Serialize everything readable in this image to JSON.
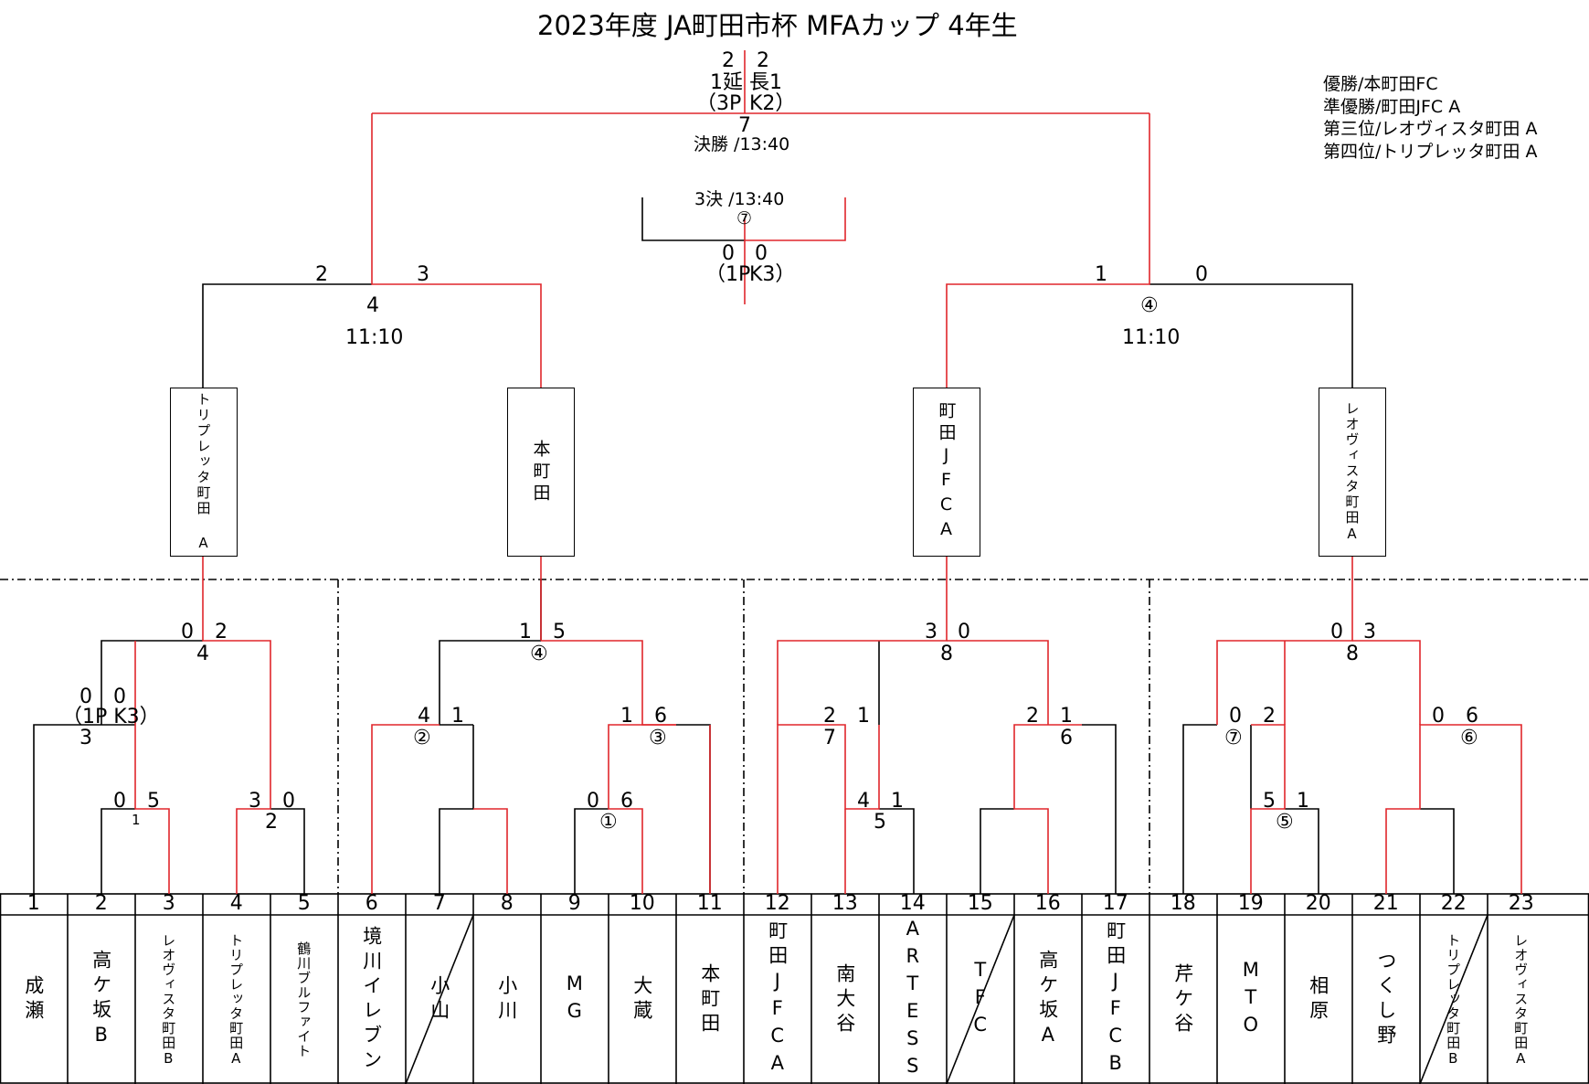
{
  "title": "2023年度 JA町田市杯 MFAカップ 4年生",
  "results": {
    "first": "優勝/本町田FC",
    "second": "準優勝/町田JFC A",
    "third": "第三位/レオヴィスタ町田 A",
    "fourth": "第四位/トリプレッタ町田 A"
  },
  "final": {
    "top_l": "2",
    "top_r": "2",
    "et_l": "1延",
    "et_r": "長1",
    "pk_l": "（3P",
    "pk_r": "K2）",
    "court": "7",
    "label": "決勝 /13:40"
  },
  "third_place": {
    "label": "3決 /13:40",
    "court": "⑦",
    "score_l": "0",
    "score_r": "0",
    "pk_l": "（1P",
    "pk_r": "K3）"
  },
  "semis": [
    {
      "score_l": "2",
      "score_r": "3",
      "court": "4",
      "time": "11:10"
    },
    {
      "score_l": "1",
      "score_r": "0",
      "court": "④",
      "time": "11:10"
    }
  ],
  "block_winners": [
    "トリプレッタ町田 A",
    "本町田",
    "町田JFCA",
    "レオヴィスタ町田A"
  ],
  "block_finals": [
    {
      "l": "0",
      "r": "2",
      "court": "4"
    },
    {
      "l": "1",
      "r": "5",
      "court": "④"
    },
    {
      "l": "3",
      "r": "0",
      "court": "8"
    },
    {
      "l": "0",
      "r": "3",
      "court": "8"
    }
  ],
  "block_a": {
    "qf_l": "0",
    "qf_r": "0",
    "qf_pk": "（1P K3）",
    "qf_court": "3",
    "r1a_l": "0",
    "r1a_r": "5",
    "r1a_court": "1",
    "r1b_l": "3",
    "r1b_r": "0",
    "r1b_court": "2"
  },
  "block_b": {
    "qfa_l": "4",
    "qfa_r": "1",
    "qfa_court": "②",
    "qfb_l": "1",
    "qfb_r": "6",
    "qfb_court": "③",
    "r1_l": "0",
    "r1_r": "6",
    "r1_court": "①"
  },
  "block_c": {
    "qfa_l": "2",
    "qfa_r": "1",
    "qfa_court": "7",
    "qfb_l": "2",
    "qfb_r": "1",
    "qfb_court": "6",
    "r1_l": "4",
    "r1_r": "1",
    "r1_court": "5"
  },
  "block_d": {
    "qfa_l": "0",
    "qfa_r": "2",
    "qfa_court": "⑦",
    "qfb_l": "0",
    "qfb_r": "6",
    "qfb_court": "⑥",
    "r1_l": "5",
    "r1_r": "1",
    "r1_court": "⑤"
  },
  "teams": [
    {
      "no": "1",
      "name": "成瀬"
    },
    {
      "no": "2",
      "name": "高ケ坂B"
    },
    {
      "no": "3",
      "name": "レオヴィスタ町田B"
    },
    {
      "no": "4",
      "name": "トリプレッタ町田A"
    },
    {
      "no": "5",
      "name": "鶴川ブルファイト"
    },
    {
      "no": "6",
      "name": "境川イレブン"
    },
    {
      "no": "7",
      "name": "小山"
    },
    {
      "no": "8",
      "name": "小川"
    },
    {
      "no": "9",
      "name": "MG"
    },
    {
      "no": "10",
      "name": "大蔵"
    },
    {
      "no": "11",
      "name": "本町田"
    },
    {
      "no": "12",
      "name": "町田JFCA"
    },
    {
      "no": "13",
      "name": "南大谷"
    },
    {
      "no": "14",
      "name": "ARTESS"
    },
    {
      "no": "15",
      "name": "TFC"
    },
    {
      "no": "16",
      "name": "高ケ坂A"
    },
    {
      "no": "17",
      "name": "町田JFCB"
    },
    {
      "no": "18",
      "name": "芹ケ谷"
    },
    {
      "no": "19",
      "name": "MTO"
    },
    {
      "no": "20",
      "name": "相原"
    },
    {
      "no": "21",
      "name": "つくし野"
    },
    {
      "no": "22",
      "name": "トリプレッタ町田B"
    },
    {
      "no": "23",
      "name": "レオヴィスタ町田A"
    }
  ],
  "colors": {
    "win": "#e0262b",
    "line": "#000000"
  }
}
